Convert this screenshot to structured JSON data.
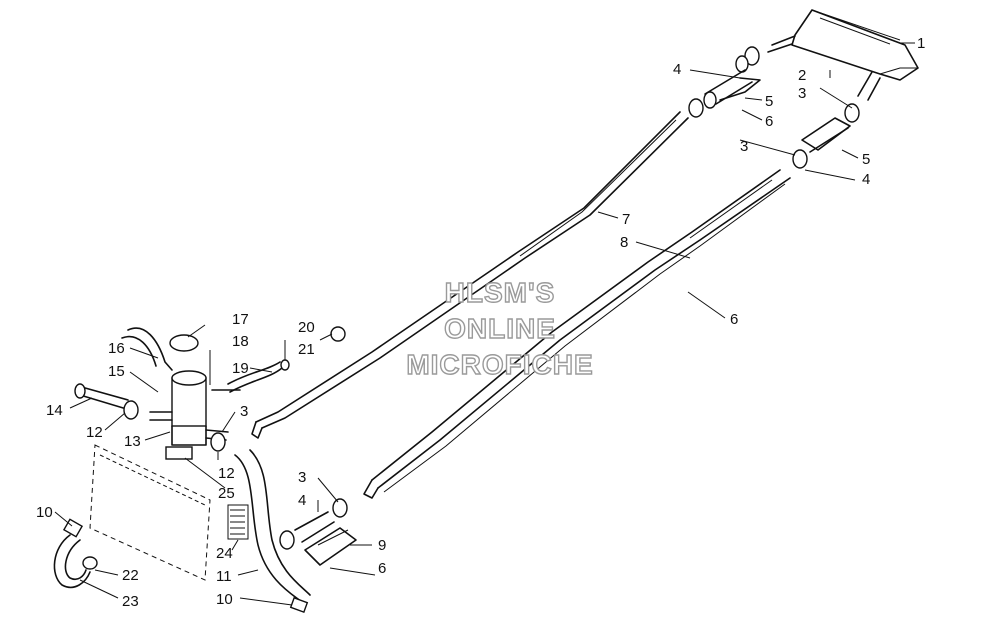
{
  "watermark": {
    "lines": [
      "HLSM'S",
      "ONLINE",
      "MICROFICHE"
    ],
    "color": "#9a9a9a"
  },
  "callouts": [
    {
      "id": "c1",
      "label": "1"
    },
    {
      "id": "c2",
      "label": "2"
    },
    {
      "id": "c3a",
      "label": "3"
    },
    {
      "id": "c4a",
      "label": "4"
    },
    {
      "id": "c5a",
      "label": "5"
    },
    {
      "id": "c6a",
      "label": "6"
    },
    {
      "id": "c3b",
      "label": "3"
    },
    {
      "id": "c5b",
      "label": "5"
    },
    {
      "id": "c4b",
      "label": "4"
    },
    {
      "id": "c7",
      "label": "7"
    },
    {
      "id": "c8",
      "label": "8"
    },
    {
      "id": "c6b",
      "label": "6"
    },
    {
      "id": "c17",
      "label": "17"
    },
    {
      "id": "c16",
      "label": "16"
    },
    {
      "id": "c18",
      "label": "18"
    },
    {
      "id": "c20",
      "label": "20"
    },
    {
      "id": "c21",
      "label": "21"
    },
    {
      "id": "c15",
      "label": "15"
    },
    {
      "id": "c19",
      "label": "19"
    },
    {
      "id": "c14",
      "label": "14"
    },
    {
      "id": "c3c",
      "label": "3"
    },
    {
      "id": "c12a",
      "label": "12"
    },
    {
      "id": "c13",
      "label": "13"
    },
    {
      "id": "c12b",
      "label": "12"
    },
    {
      "id": "c25",
      "label": "25"
    },
    {
      "id": "c3d",
      "label": "3"
    },
    {
      "id": "c4c",
      "label": "4"
    },
    {
      "id": "c9",
      "label": "9"
    },
    {
      "id": "c6c",
      "label": "6"
    },
    {
      "id": "c10a",
      "label": "10"
    },
    {
      "id": "c24",
      "label": "24"
    },
    {
      "id": "c22",
      "label": "22"
    },
    {
      "id": "c11",
      "label": "11"
    },
    {
      "id": "c23",
      "label": "23"
    },
    {
      "id": "c10b",
      "label": "10"
    }
  ]
}
